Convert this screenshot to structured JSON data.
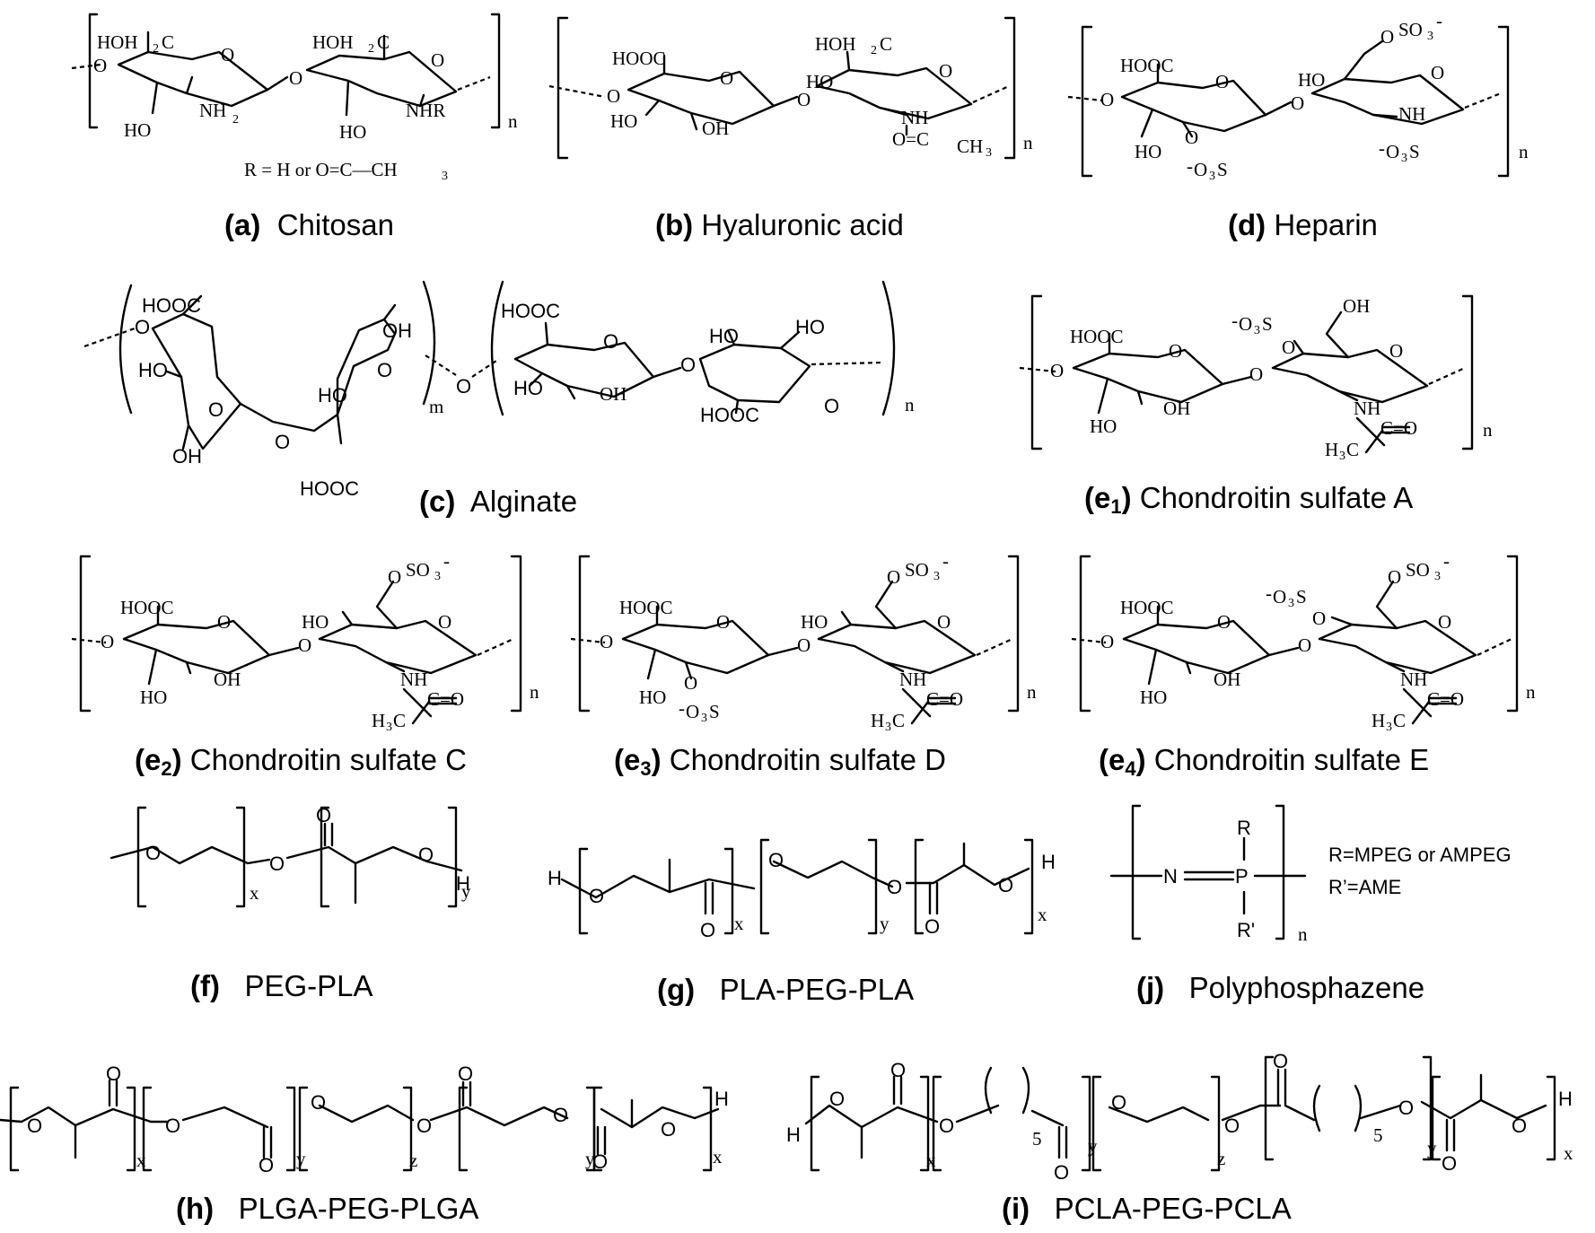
{
  "captions": {
    "a": {
      "letter": "(a)",
      "name": "Chitosan"
    },
    "b": {
      "letter": "(b)",
      "name": "Hyaluronic acid"
    },
    "d": {
      "letter": "(d)",
      "name": "Heparin"
    },
    "c": {
      "letter": "(c)",
      "name": "Alginate"
    },
    "e1": {
      "letter": "(e",
      "index": "1",
      "close": ")",
      "name": "Chondroitin sulfate A"
    },
    "e2": {
      "letter": "(e",
      "index": "2",
      "close": ")",
      "name": "Chondroitin sulfate C"
    },
    "e3": {
      "letter": "(e",
      "index": "3",
      "close": ")",
      "name": "Chondroitin sulfate D"
    },
    "e4": {
      "letter": "(e",
      "index": "4",
      "close": ")",
      "name": "Chondroitin sulfate E"
    },
    "f": {
      "letter": "(f)",
      "name": "PEG-PLA"
    },
    "g": {
      "letter": "(g)",
      "name": "PLA-PEG-PLA"
    },
    "j": {
      "letter": "(j)",
      "name": "Polyphosphazene"
    },
    "h": {
      "letter": "(h)",
      "name": "PLGA-PEG-PLGA"
    },
    "i": {
      "letter": "(i)",
      "name": "PCLA-PEG-PCLA"
    }
  },
  "notes": {
    "chitosan_r": "R = H or O=C—CH",
    "chitosan_r_sub": "3",
    "phosphazene_r": "R=MPEG or AMPEG",
    "phosphazene_r2": "R’=AME"
  },
  "labels": {
    "HOH2C": "HOH",
    "C": "C",
    "two": "2",
    "three": "3",
    "O": "O",
    "HO": "HO",
    "OH": "OH",
    "NH2": "NH",
    "NHR": "NHR",
    "NH": "NH",
    "HOOC": "HOOC",
    "n": "n",
    "m": "m",
    "x": "x",
    "y": "y",
    "z": "z",
    "H": "H",
    "R": "R",
    "Rp": "R'",
    "N": "N",
    "P": "P",
    "five": "5",
    "SO3": "SO",
    "minus": "-",
    "O3S": "O",
    "S": "S",
    "CO": "C=O",
    "OC": "O=C",
    "CH3": "CH",
    "H3C": "H"
  }
}
